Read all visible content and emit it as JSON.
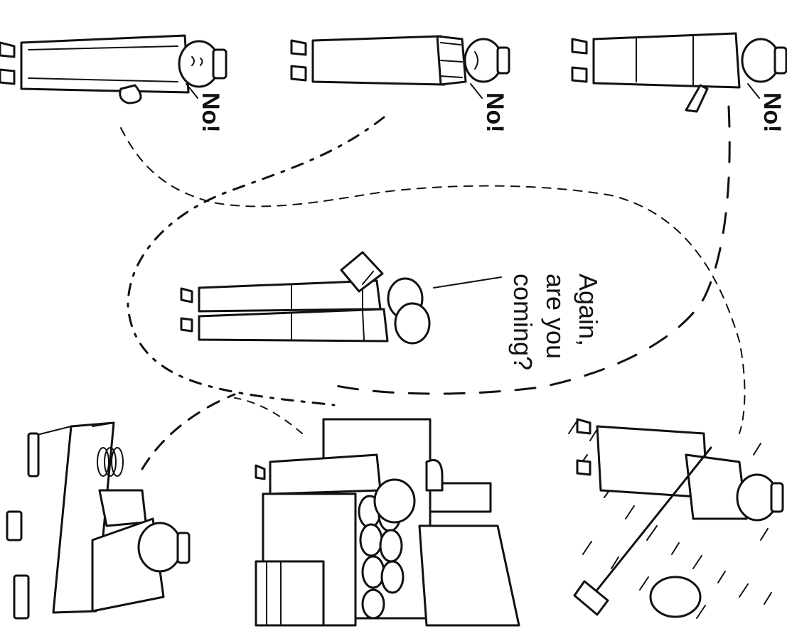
{
  "illustration": {
    "refusals": [
      {
        "text": "No!"
      },
      {
        "text": "No!"
      },
      {
        "text": "No!"
      }
    ],
    "question": {
      "lines": [
        "Again,",
        "are you",
        "coming?"
      ]
    }
  }
}
